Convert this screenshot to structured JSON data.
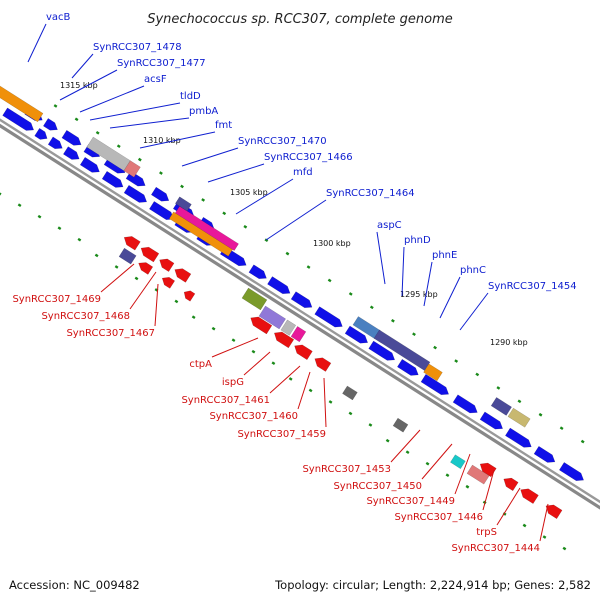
{
  "title": "Synechococcus sp. RCC307, complete genome",
  "scale_labels": [
    "1315 kbp",
    "1310 kbp",
    "1305 kbp",
    "1300 kbp",
    "1295 kbp",
    "1290 kbp"
  ],
  "forward_gene_labels": [
    "vacB",
    "SynRCC307_1478",
    "SynRCC307_1477",
    "acsF",
    "tldD",
    "pmbA",
    "fmt",
    "SynRCC307_1470",
    "SynRCC307_1466",
    "mfd",
    "SynRCC307_1464",
    "aspC",
    "phnD",
    "phnE",
    "phnC",
    "SynRCC307_1454"
  ],
  "reverse_gene_labels": [
    "SynRCC307_1469",
    "SynRCC307_1468",
    "SynRCC307_1467",
    "ctpA",
    "ispG",
    "SynRCC307_1461",
    "SynRCC307_1460",
    "SynRCC307_1459",
    "SynRCC307_1453",
    "SynRCC307_1450",
    "SynRCC307_1449",
    "SynRCC307_1446",
    "trpS",
    "SynRCC307_1444"
  ],
  "colors": {
    "forward_strand": "#1010e8",
    "reverse_strand": "#e81010",
    "forward_label": "#1020d0",
    "reverse_label": "#d01010",
    "backbone": "#888888",
    "tick": "#1a8a1a",
    "orange": "#f0900a",
    "magenta": "#e8189a",
    "olive": "#7a9a2a",
    "slate": "#4a4a98",
    "steel_blue": "#4a80c0",
    "khaki": "#c8b870",
    "cyan": "#18c8c8",
    "grey": "#666666",
    "light_grey": "#b8b8b8",
    "pink": "#e07878",
    "lavender": "#9078d8"
  },
  "footer": {
    "accession": "Accession: NC_009482",
    "topology": "Topology: circular; Length: 2,224,914 bp; Genes: 2,582"
  }
}
